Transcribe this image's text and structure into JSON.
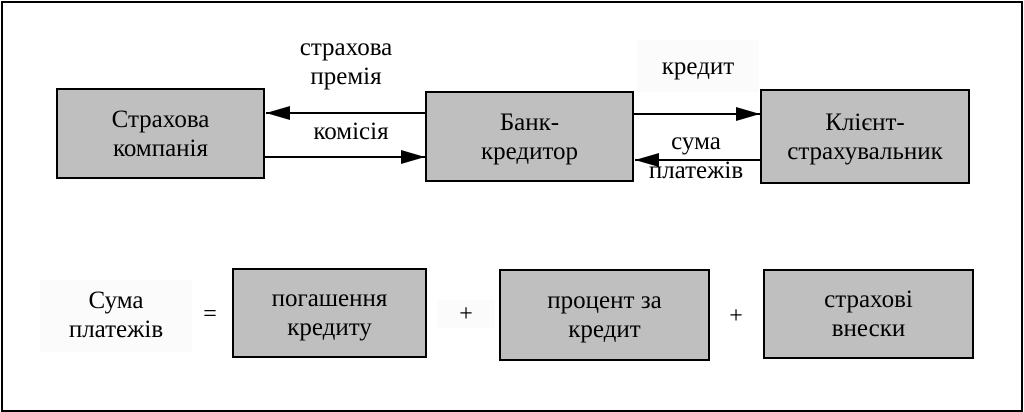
{
  "boxes": {
    "insurer": "Страхова\nкомпанія",
    "bank": "Банк-\nкредитор",
    "client": "Клієнт-\nстрахувальник"
  },
  "arrows": {
    "premium": "страхова\nпремія",
    "commission": "комісія",
    "credit": "кредит",
    "payments": "сума\nплатежів"
  },
  "formula": {
    "lhs": "Сума\nплатежів",
    "equals": "=",
    "term1": "погашення\nкредиту",
    "plus1": "+",
    "term2": "процент за\nкредит",
    "plus2": "+",
    "term3": "страхові\nвнески"
  }
}
